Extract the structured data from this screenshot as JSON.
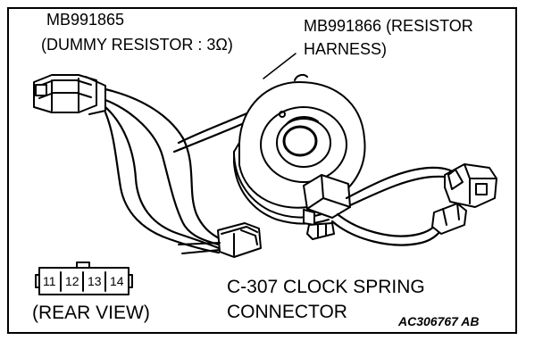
{
  "labels": {
    "dummy_resistor_code": "MB991865",
    "dummy_resistor_desc": "(DUMMY RESISTOR : 3Ω)",
    "resistor_harness_code": "MB991866 (RESISTOR",
    "resistor_harness_desc": "HARNESS)",
    "connector_line1": "C-307 CLOCK SPRING",
    "connector_line2": "CONNECTOR",
    "rear_view": "(REAR VIEW)",
    "figure_code": "AC306767 AB"
  },
  "connector_pins": [
    "11",
    "12",
    "13",
    "14"
  ]
}
